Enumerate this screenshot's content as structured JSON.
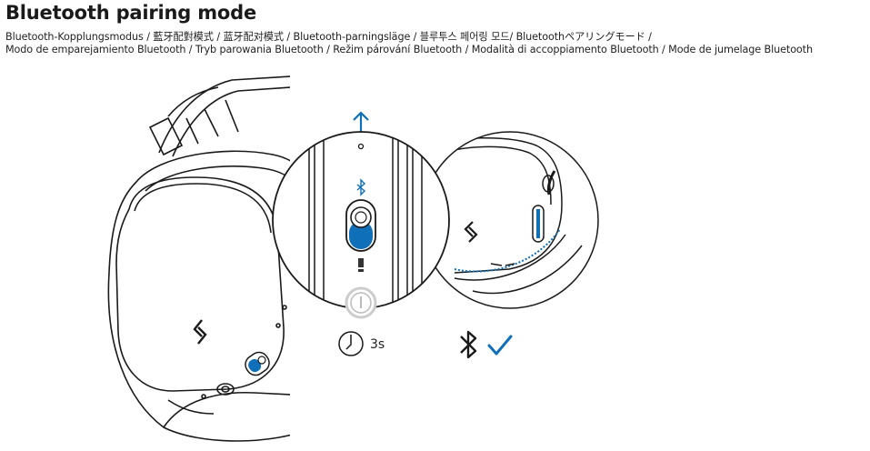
{
  "title": "Bluetooth pairing mode",
  "languages_line1": "Bluetooth-Kopplungsmodus / 藍牙配對模式 / 蓝牙配对模式 / Bluetooth-parningsläge / 블루투스 페어링 모드/ Bluetoothペアリングモード /",
  "languages_line2": "Modo de emparejamiento Bluetooth / Tryb parowania Bluetooth / Režim párování Bluetooth / Modalità di accoppiamento Bluetooth / Mode de jumelage Bluetooth",
  "hold_duration": "3s",
  "colors": {
    "accent_blue": "#0f6fb8",
    "line": "#1a1a1a"
  },
  "icons": [
    "arrow-up-icon",
    "bluetooth-icon",
    "power-icon",
    "clock-icon",
    "checkmark-icon"
  ]
}
